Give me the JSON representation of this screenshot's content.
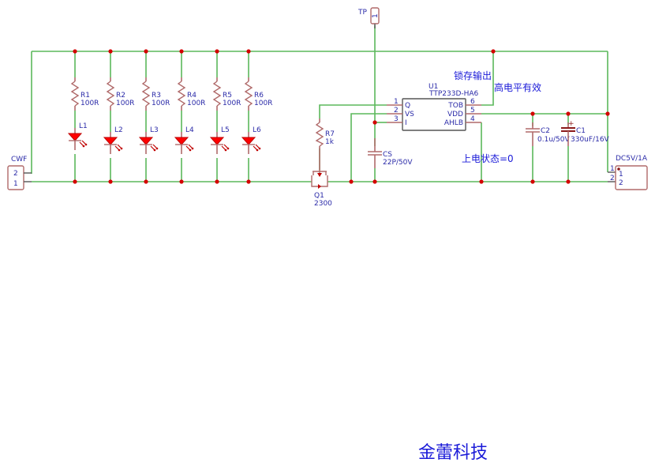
{
  "title": "TTP233D-HA6 touch switch LED driver schematic",
  "colors": {
    "wire": "#5cb85c",
    "junction": "#d40000",
    "text": "#2a2aa8",
    "note": "#1a1ad8",
    "led": "#ff0000"
  },
  "connectors": {
    "cwf": {
      "ref": "CWF",
      "pins": [
        "2",
        "1"
      ]
    },
    "dc": {
      "ref": "DC5V/1A",
      "pins": [
        "1",
        "2"
      ],
      "outer_pins": [
        "1",
        "2"
      ]
    },
    "tp": {
      "ref": "TP",
      "pin": "1"
    }
  },
  "resistors": [
    {
      "ref": "R1",
      "value": "100R"
    },
    {
      "ref": "R2",
      "value": "100R"
    },
    {
      "ref": "R3",
      "value": "100R"
    },
    {
      "ref": "R4",
      "value": "100R"
    },
    {
      "ref": "R5",
      "value": "100R"
    },
    {
      "ref": "R6",
      "value": "100R"
    },
    {
      "ref": "R7",
      "value": "1k"
    }
  ],
  "leds": [
    {
      "ref": "L1"
    },
    {
      "ref": "L2"
    },
    {
      "ref": "L3"
    },
    {
      "ref": "L4"
    },
    {
      "ref": "L5"
    },
    {
      "ref": "L6"
    }
  ],
  "mosfet": {
    "ref": "Q1",
    "value": "2300"
  },
  "ic": {
    "ref": "U1",
    "part": "TTP233D-HA6",
    "left_pins": [
      {
        "num": "1",
        "name": "Q"
      },
      {
        "num": "2",
        "name": "VS"
      },
      {
        "num": "3",
        "name": "I"
      }
    ],
    "right_pins": [
      {
        "num": "6",
        "name": "TOB"
      },
      {
        "num": "5",
        "name": "VDD"
      },
      {
        "num": "4",
        "name": "AHLB"
      }
    ]
  },
  "capacitors": [
    {
      "ref": "CS",
      "value": "22P/50V"
    },
    {
      "ref": "C2",
      "value": "0.1u/50V"
    },
    {
      "ref": "C1",
      "value": "330uF/16V",
      "polarity": "+"
    }
  ],
  "notes": {
    "latch_output": "锁存输出",
    "active_high": "高电平有效",
    "power_on_state": "上电状态=0"
  },
  "brand": "金蕾科技"
}
